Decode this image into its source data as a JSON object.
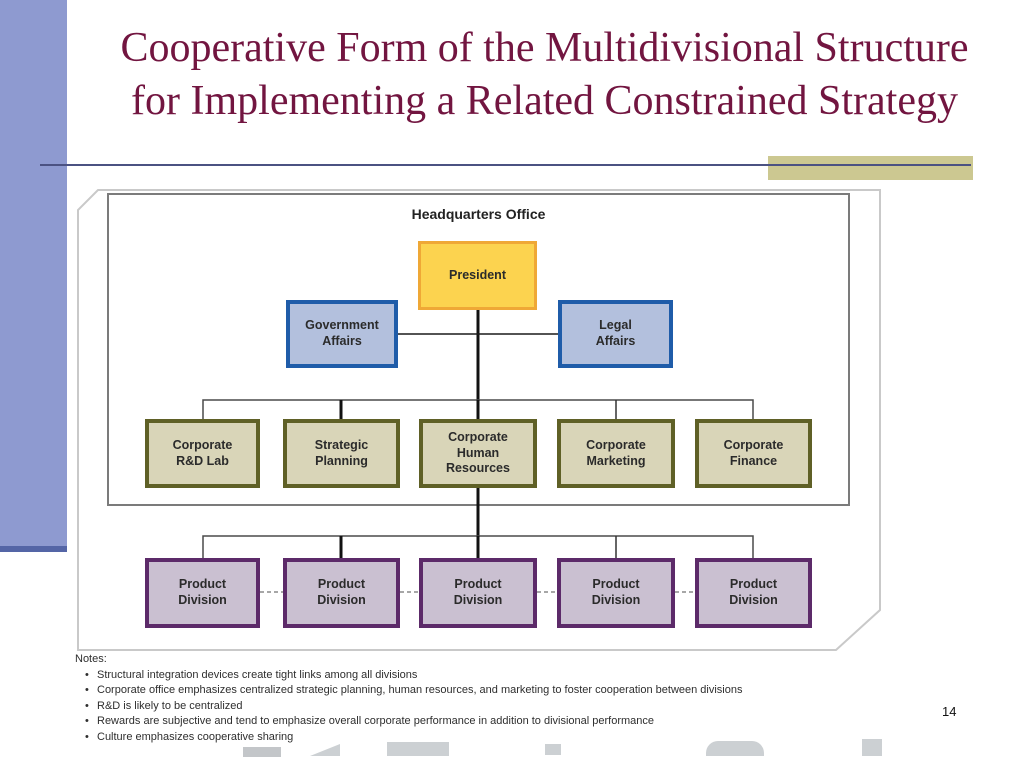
{
  "slide": {
    "title_line1": "Cooperative Form of the Multidivisional Structure",
    "title_line2": "for Implementing a Related Constrained Strategy",
    "page_number": "14"
  },
  "diagram": {
    "container_label": "Headquarters Office",
    "president": {
      "label": "President"
    },
    "staff": [
      {
        "label": "Government\nAffairs"
      },
      {
        "label": "Legal\nAffairs"
      }
    ],
    "corporate": [
      {
        "label": "Corporate\nR&D Lab"
      },
      {
        "label": "Strategic\nPlanning"
      },
      {
        "label": "Corporate\nHuman\nResources"
      },
      {
        "label": "Corporate\nMarketing"
      },
      {
        "label": "Corporate\nFinance"
      }
    ],
    "divisions": [
      {
        "label": "Product\nDivision"
      },
      {
        "label": "Product\nDivision"
      },
      {
        "label": "Product\nDivision"
      },
      {
        "label": "Product\nDivision"
      },
      {
        "label": "Product\nDivision"
      }
    ]
  },
  "notes": {
    "heading": "Notes:",
    "bullet_glyph": "•",
    "items": [
      "Structural integration devices create tight links among all divisions",
      "Corporate office emphasizes centralized strategic planning, human resources, and marketing to foster cooperation between divisions",
      "R&D is likely to be centralized",
      "Rewards are subjective and tend to emphasize overall corporate performance in addition to divisional performance",
      "Culture emphasizes cooperative sharing"
    ]
  },
  "colors": {
    "title_text": "#721540",
    "sidebar": "#8e9ad0",
    "sidebar_strip": "#5465a6",
    "divider_line": "#4b5282",
    "khaki_accent": "#ccc891",
    "president_fill": "#fcd34f",
    "president_border": "#efa836",
    "staff_fill": "#b3c0dd",
    "staff_border": "#1f5ca9",
    "corporate_fill": "#d9d5b8",
    "corporate_border": "#5f6026",
    "division_fill": "#cac0d1",
    "division_border": "#5c2a69"
  }
}
